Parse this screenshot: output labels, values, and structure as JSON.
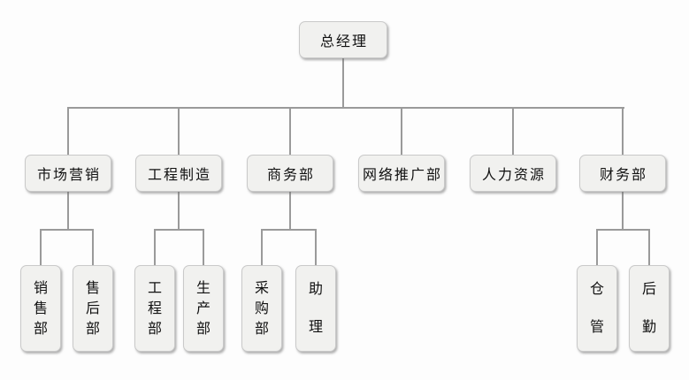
{
  "org": {
    "root": {
      "label": "总经理"
    },
    "departments": [
      {
        "label": "市场营销",
        "children": [
          "销售部",
          "售后部"
        ]
      },
      {
        "label": "工程制造",
        "children": [
          "工程部",
          "生产部"
        ]
      },
      {
        "label": "商务部",
        "children": [
          "采购部",
          "助理"
        ]
      },
      {
        "label": "网络推广部",
        "children": []
      },
      {
        "label": "人力资源",
        "children": []
      },
      {
        "label": "财务部",
        "children": [
          "仓管",
          "后勤"
        ]
      }
    ]
  },
  "colors": {
    "background": "#fdfdfd",
    "node_fill": "#f1f1ef",
    "node_border": "#c9c9c9",
    "connector": "#9a9a9a",
    "text": "#111111"
  }
}
